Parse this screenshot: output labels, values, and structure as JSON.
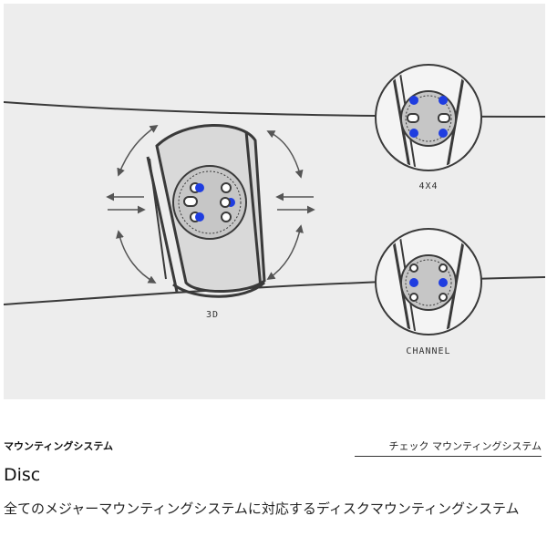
{
  "diagram": {
    "labels": {
      "main": "3D",
      "top_right": "4X4",
      "bottom_right": "CHANNEL"
    },
    "colors": {
      "background": "#ededed",
      "line": "#3a3a3a",
      "binding_fill": "#d9d9d9",
      "disc_fill": "#c6c6c6",
      "screw_fill": "#1f3de0"
    }
  },
  "info": {
    "section_label": "マウンティングシステム",
    "check_link": "チェック マウンティングシステム",
    "title": "Disc",
    "description": "全てのメジャーマウンティングシステムに対応するディスクマウンティングシステム"
  }
}
